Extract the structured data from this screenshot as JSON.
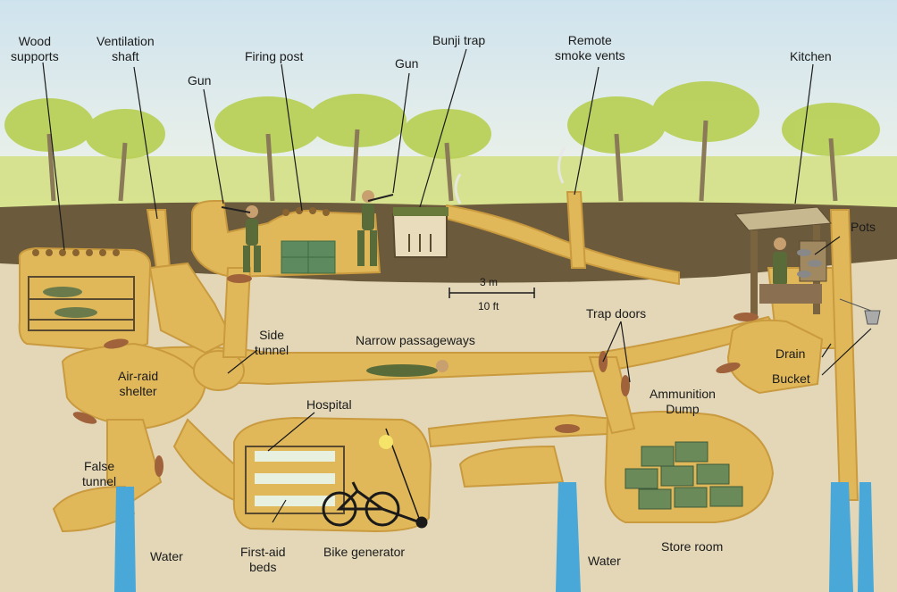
{
  "labels": {
    "wood_supports": "Wood\nsupports",
    "ventilation_shaft": "Ventilation\nshaft",
    "gun_left": "Gun",
    "firing_post": "Firing post",
    "gun_right": "Gun",
    "bunji_trap": "Bunji trap",
    "remote_smoke_vents": "Remote\nsmoke vents",
    "kitchen": "Kitchen",
    "pots": "Pots",
    "side_tunnel": "Side\ntunnel",
    "narrow_passageways": "Narrow passageways",
    "trap_doors": "Trap doors",
    "air_raid_shelter": "Air-raid\nshelter",
    "hospital": "Hospital",
    "ammunition_dump": "Ammunition\nDump",
    "drain": "Drain",
    "bucket": "Bucket",
    "false_tunnel": "False\ntunnel",
    "water_left": "Water",
    "first_aid_beds": "First-aid\nbeds",
    "bike_generator": "Bike generator",
    "water_center": "Water",
    "store_room": "Store room"
  },
  "scale": {
    "metric": "3 m",
    "imperial": "10 ft"
  },
  "colors": {
    "sky": "#dbeaf2",
    "ground_surface": "#6b5a3c",
    "soil": "#e3d7b8",
    "tunnel": "#e0b85a",
    "tunnel_dark": "#c99a3e",
    "water": "#4aa8d8",
    "palm": "#b7cf52",
    "trunk": "#8a7a58"
  }
}
